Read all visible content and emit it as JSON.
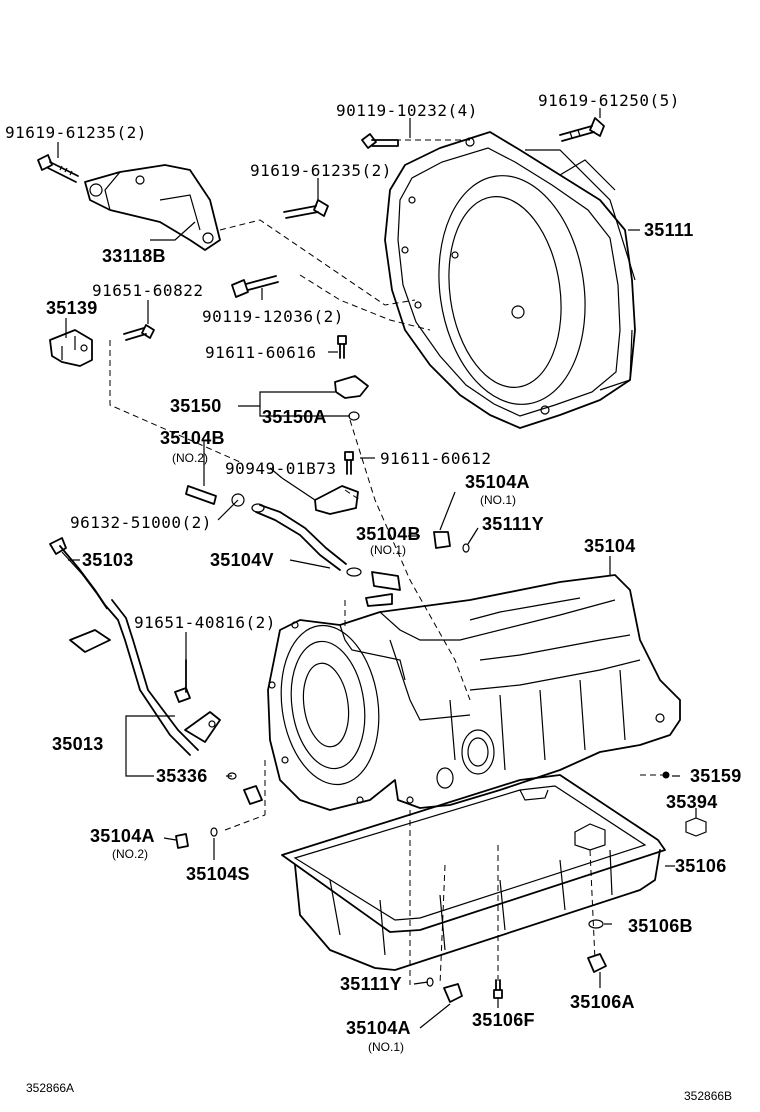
{
  "diagram": {
    "corner_left": "352866A",
    "corner_right": "352866B",
    "labels": {
      "p91619_61235_2_a": "91619-61235(2)",
      "p90119_10232_4": "90119-10232(4)",
      "p91619_61250_5": "91619-61250(5)",
      "p91619_61235_2_b": "91619-61235(2)",
      "p35111": "35111",
      "p33118B": "33118B",
      "p91651_60822": "91651-60822",
      "p35139": "35139",
      "p90119_12036_2": "90119-12036(2)",
      "p91611_60616": "91611-60616",
      "p35150": "35150",
      "p35150A": "35150A",
      "p35104B_no2": "35104B",
      "no2_a": "(NO.2)",
      "p91611_60612": "91611-60612",
      "p90949_01B73": "90949-01B73",
      "p35104A_no1_top": "35104A",
      "no1_top": "(NO.1)",
      "p96132_51000_2": "96132-51000(2)",
      "p35104B_no1": "35104B",
      "no1_mid": "(NO.1)",
      "p35111Y_top": "35111Y",
      "p35103": "35103",
      "p35104V": "35104V",
      "p35104": "35104",
      "p91651_40816_2": "91651-40816(2)",
      "p35013": "35013",
      "p35336": "35336",
      "p35159": "35159",
      "p35394": "35394",
      "p35104A_no2": "35104A",
      "no2_b": "(NO.2)",
      "p35106": "35106",
      "p35104S": "35104S",
      "p35106B": "35106B",
      "p35111Y_bottom": "35111Y",
      "p35106A": "35106A",
      "p35106F": "35106F",
      "p35104A_no1_bottom": "35104A",
      "no1_bottom": "(NO.1)"
    }
  }
}
